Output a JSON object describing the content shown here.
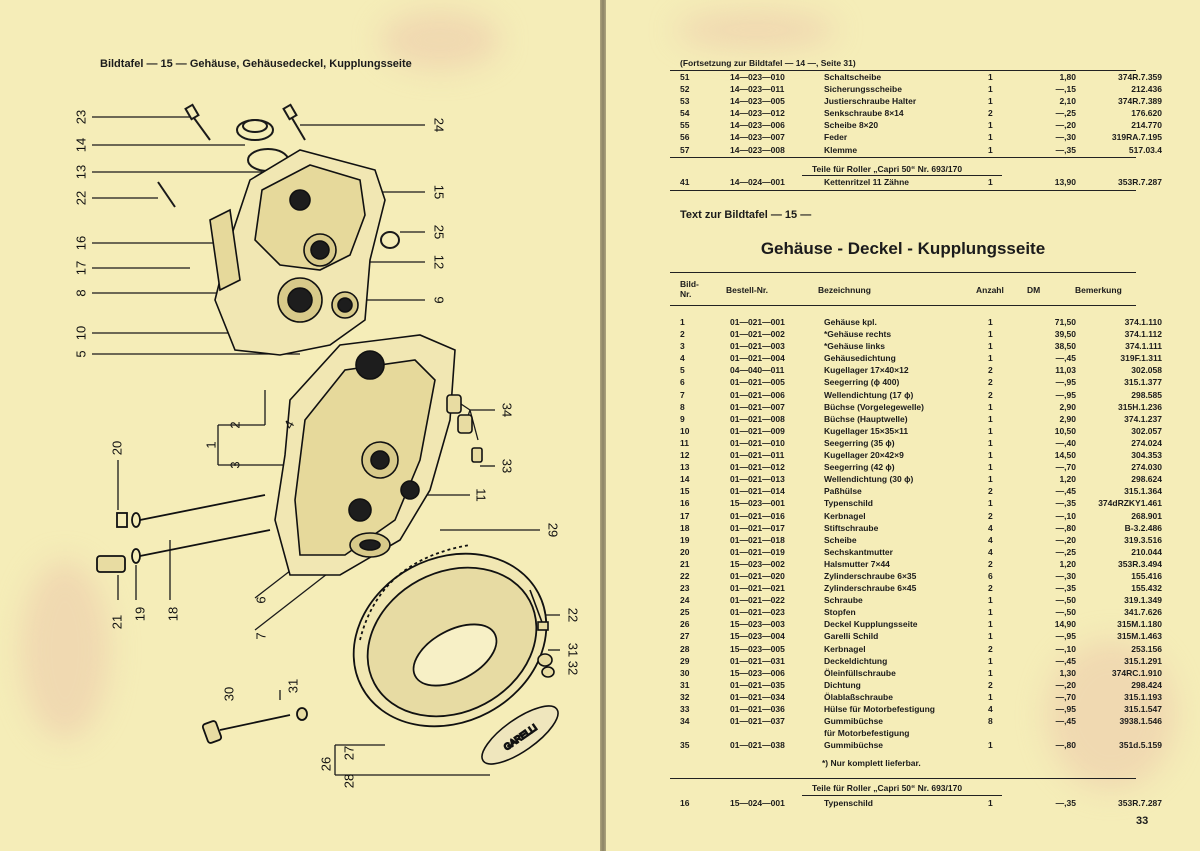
{
  "left_page": {
    "plate_title": "Bildtafel — 15 — Gehäuse, Gehäusedeckel, Kupplungsseite",
    "callouts": [
      "23",
      "14",
      "13",
      "22",
      "16",
      "17",
      "8",
      "10",
      "5",
      "24",
      "15",
      "25",
      "12",
      "9",
      "34",
      "2",
      "1",
      "3",
      "4",
      "33",
      "11",
      "20",
      "21",
      "19",
      "18",
      "6",
      "7",
      "29",
      "22",
      "31",
      "32",
      "30",
      "31",
      "26",
      "27",
      "28"
    ]
  },
  "right_page": {
    "continuation": "(Fortsetzung zur Bildtafel — 14 —, Seite 31)",
    "continuation_rows": [
      [
        "51",
        "14—023—010",
        "Schaltscheibe",
        "1",
        "1,80",
        "374R.7.359"
      ],
      [
        "52",
        "14—023—011",
        "Sicherungsscheibe",
        "1",
        "—,15",
        "212.436"
      ],
      [
        "53",
        "14—023—005",
        "Justierschraube Halter",
        "1",
        "2,10",
        "374R.7.389"
      ],
      [
        "54",
        "14—023—012",
        "Senkschraube 8×14",
        "2",
        "—,25",
        "176.620"
      ],
      [
        "55",
        "14—023—006",
        "Scheibe 8×20",
        "1",
        "—,20",
        "214.770"
      ],
      [
        "56",
        "14—023—007",
        "Feder",
        "1",
        "—,30",
        "319RA.7.195"
      ],
      [
        "57",
        "14—023—008",
        "Klemme",
        "1",
        "—,35",
        "517.03.4"
      ]
    ],
    "roller_note_1": "Teile für Roller „Capri 50“ Nr. 693/170",
    "roller_rows_1": [
      [
        "41",
        "14—024—001",
        "Kettenritzel 11 Zähne",
        "1",
        "13,90",
        "353R.7.287"
      ]
    ],
    "text_title": "Text zur Bildtafel — 15 —",
    "main_title": "Gehäuse - Deckel - Kupplungsseite",
    "headers": {
      "bild_nr_1": "Bild-",
      "bild_nr_2": "Nr.",
      "bestell": "Bestell-Nr.",
      "bezeichnung": "Bezeichnung",
      "anzahl": "Anzahl",
      "dm": "DM",
      "bemerkung": "Bemerkung"
    },
    "rows": [
      [
        "1",
        "01—021—001",
        "Gehäuse kpl.",
        "1",
        "71,50",
        "374.1.110"
      ],
      [
        "2",
        "01—021—002",
        "*Gehäuse rechts",
        "1",
        "39,50",
        "374.1.112"
      ],
      [
        "3",
        "01—021—003",
        "*Gehäuse links",
        "1",
        "38,50",
        "374.1.111"
      ],
      [
        "4",
        "01—021—004",
        "Gehäusedichtung",
        "1",
        "—,45",
        "319F.1.311"
      ],
      [
        "5",
        "04—040—011",
        "Kugellager 17×40×12",
        "2",
        "11,03",
        "302.058"
      ],
      [
        "6",
        "01—021—005",
        "Seegerring (ϕ 400)",
        "2",
        "—,95",
        "315.1.377"
      ],
      [
        "7",
        "01—021—006",
        "Wellendichtung (17 ϕ)",
        "2",
        "—,95",
        "298.585"
      ],
      [
        "8",
        "01—021—007",
        "Büchse (Vorgelegewelle)",
        "1",
        "2,90",
        "315H.1.236"
      ],
      [
        "9",
        "01—021—008",
        "Büchse (Hauptwelle)",
        "1",
        "2,90",
        "374.1.237"
      ],
      [
        "10",
        "01—021—009",
        "Kugellager 15×35×11",
        "1",
        "10,50",
        "302.057"
      ],
      [
        "11",
        "01—021—010",
        "Seegerring (35 ϕ)",
        "1",
        "—,40",
        "274.024"
      ],
      [
        "12",
        "01—021—011",
        "Kugellager 20×42×9",
        "1",
        "14,50",
        "304.353"
      ],
      [
        "13",
        "01—021—012",
        "Seegerring (42 ϕ)",
        "1",
        "—,70",
        "274.030"
      ],
      [
        "14",
        "01—021—013",
        "Wellendichtung (30 ϕ)",
        "1",
        "1,20",
        "298.624"
      ],
      [
        "15",
        "01—021—014",
        "Paßhülse",
        "2",
        "—,45",
        "315.1.364"
      ],
      [
        "16",
        "15—023—001",
        "Typenschild",
        "1",
        "—,35",
        "374dRZKY1.461"
      ],
      [
        "17",
        "01—021—016",
        "Kerbnagel",
        "2",
        "—,10",
        "268.901"
      ],
      [
        "18",
        "01—021—017",
        "Stiftschraube",
        "4",
        "—,80",
        "B-3.2.486"
      ],
      [
        "19",
        "01—021—018",
        "Scheibe",
        "4",
        "—,20",
        "319.3.516"
      ],
      [
        "20",
        "01—021—019",
        "Sechskantmutter",
        "4",
        "—,25",
        "210.044"
      ],
      [
        "21",
        "15—023—002",
        "Halsmutter 7×44",
        "2",
        "1,20",
        "353R.3.494"
      ],
      [
        "22",
        "01—021—020",
        "Zylinderschraube 6×35",
        "6",
        "—,30",
        "155.416"
      ],
      [
        "23",
        "01—021—021",
        "Zylinderschraube 6×45",
        "2",
        "—,35",
        "155.432"
      ],
      [
        "24",
        "01—021—022",
        "Schraube",
        "1",
        "—,50",
        "319.1.349"
      ],
      [
        "25",
        "01—021—023",
        "Stopfen",
        "1",
        "—,50",
        "341.7.626"
      ],
      [
        "26",
        "15—023—003",
        "Deckel Kupplungsseite",
        "1",
        "14,90",
        "315M.1.180"
      ],
      [
        "27",
        "15—023—004",
        "Garelli Schild",
        "1",
        "—,95",
        "315M.1.463"
      ],
      [
        "28",
        "15—023—005",
        "Kerbnagel",
        "2",
        "—,10",
        "253.156"
      ],
      [
        "29",
        "01—021—031",
        "Deckeldichtung",
        "1",
        "—,45",
        "315.1.291"
      ],
      [
        "30",
        "15—023—006",
        "Öleinfüllschraube",
        "1",
        "1,30",
        "374RC.1.910"
      ],
      [
        "31",
        "01—021—035",
        "Dichtung",
        "2",
        "—,20",
        "298.424"
      ],
      [
        "32",
        "01—021—034",
        "Ölablaßschraube",
        "1",
        "—,70",
        "315.1.193"
      ],
      [
        "33",
        "01—021—036",
        "Hülse für Motorbefestigung",
        "4",
        "—,95",
        "315.1.547"
      ],
      [
        "34",
        "01—021—037",
        "Gummibüchse",
        "8",
        "—,45",
        "3938.1.546"
      ],
      [
        "",
        "",
        "für Motorbefestigung",
        "",
        "",
        ""
      ],
      [
        "35",
        "01—021—038",
        "Gummibüchse",
        "1",
        "—,80",
        "351d.5.159"
      ]
    ],
    "footnote": "*) Nur komplett lieferbar.",
    "roller_note_2": "Teile für Roller „Capri 50“ Nr. 693/170",
    "roller_rows_2": [
      [
        "16",
        "15—024—001",
        "Typenschild",
        "1",
        "—,35",
        "353R.7.287"
      ]
    ],
    "page_number": "33"
  }
}
